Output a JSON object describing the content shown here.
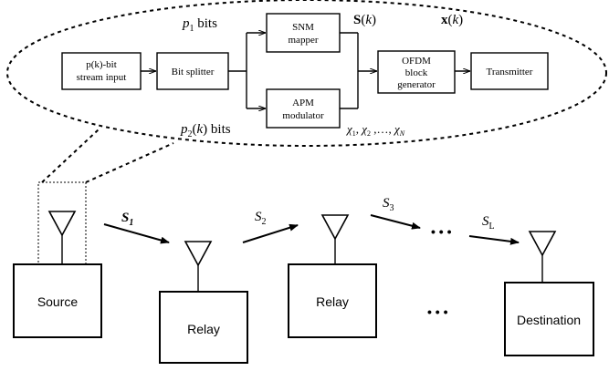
{
  "blocks": {
    "stream_input_1": "p(k)-bit",
    "stream_input_2": "stream input",
    "bit_splitter": "Bit splitter",
    "snm_1": "SNM",
    "snm_2": "mapper",
    "apm_1": "APM",
    "apm_2": "modulator",
    "ofdm_1": "OFDM",
    "ofdm_2": "block",
    "ofdm_3": "generator",
    "transmitter": "Transmitter"
  },
  "signals": {
    "p1_bits": "p1 bits",
    "p2_bits": "p2(k) bits",
    "S_k": "S(k)",
    "x_k": "x(k)",
    "chi": "χ1, χ2 ,…, χN"
  },
  "nodes": {
    "source": "Source",
    "relay1": "Relay",
    "relay2": "Relay",
    "destination": "Destination"
  },
  "links": {
    "s1": "S1",
    "s2": "S2",
    "s3": "S3",
    "sL": "SL",
    "dots_top": "• • •",
    "dots_bottom": "• • •"
  }
}
